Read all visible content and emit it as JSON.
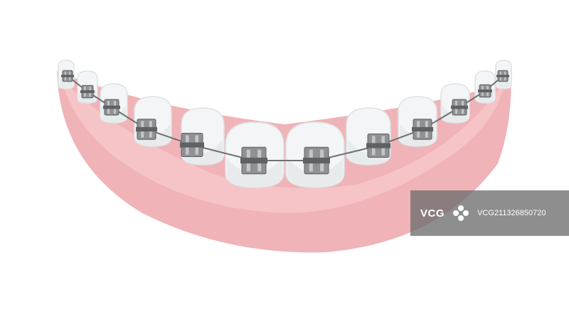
{
  "illustration": {
    "subject": "lower-dental-arch-with-braces",
    "colors": {
      "gum": "#f0b3b7",
      "gum_light": "#f7c8c9",
      "tooth": "#f4f5f6",
      "tooth_shade": "#dde2e4",
      "bracket": "#8f9194",
      "bracket_dark": "#5f6164",
      "wire": "#6f7174"
    }
  },
  "watermark": {
    "logo_text": "VCG",
    "image_id": "VCG211326850720"
  }
}
